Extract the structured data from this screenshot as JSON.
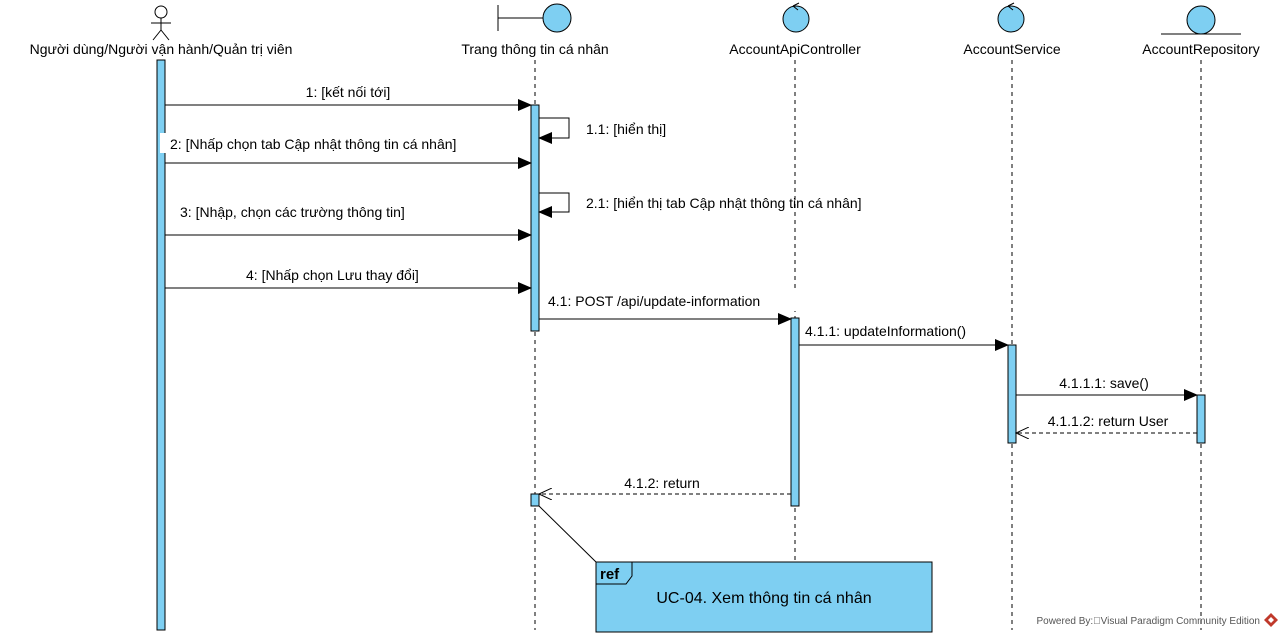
{
  "participants": {
    "actor": "Người dùng/Người vận hành/Quản trị viên",
    "boundary": "Trang thông tin cá nhân",
    "controller": "AccountApiController",
    "service": "AccountService",
    "repository": "AccountRepository"
  },
  "messages": {
    "m1": "1: [kết nối tới]",
    "m1_1": "1.1: [hiển thị]",
    "m2": "2: [Nhấp chọn tab Cập nhật thông tin cá nhân]",
    "m2_1": "2.1: [hiển thị tab Cập nhật thông tin cá nhân]",
    "m3": "3: [Nhập, chọn các trường thông tin]",
    "m4": "4: [Nhấp chọn Lưu thay đổi]",
    "m4_1": "4.1: POST /api/update-information",
    "m4_1_1": "4.1.1: updateInformation()",
    "m4_1_1_1": "4.1.1.1: save()",
    "m4_1_1_2": "4.1.1.2: return User",
    "m4_1_2": "4.1.2: return"
  },
  "ref": {
    "tag": "ref",
    "text": "UC-04. Xem thông tin cá nhân"
  },
  "footer": {
    "powered_by": "Powered By:\u0000Visual Paradigm Community Edition"
  }
}
